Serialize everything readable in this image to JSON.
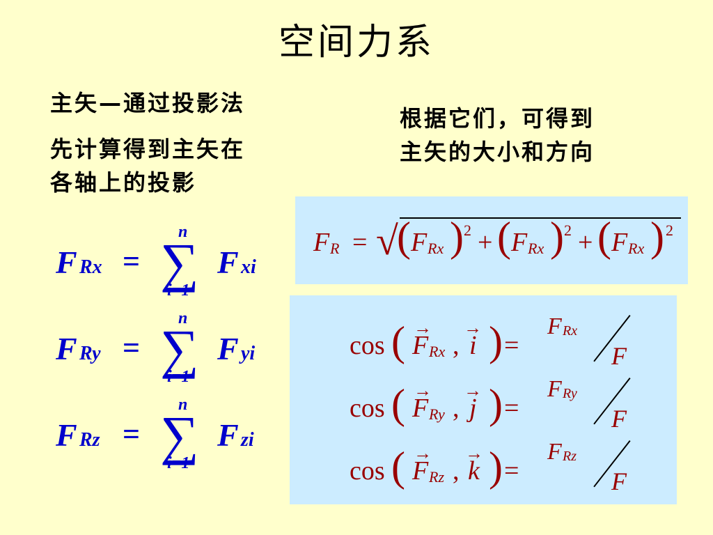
{
  "slide": {
    "title": "空间力系",
    "left_text": {
      "line1": "主矢—通过投影法",
      "line2": "先计算得到主矢在",
      "line3": "各轴上的投影"
    },
    "right_text": {
      "line1": "根据它们，可得到",
      "line2": "主矢的大小和方向"
    }
  },
  "formulas": {
    "projections": [
      {
        "lhs_sub": "Rx",
        "rhs_sub": "xi"
      },
      {
        "lhs_sub": "Ry",
        "rhs_sub": "yi"
      },
      {
        "lhs_sub": "Rz",
        "rhs_sub": "zi"
      }
    ],
    "sum_upper": "n",
    "sum_lower": "i=1",
    "magnitude": {
      "lhs_sub": "R",
      "terms": [
        "Rx",
        "Rx",
        "Rx"
      ],
      "power": "2"
    },
    "directions": [
      {
        "sub": "Rx",
        "unit": "i"
      },
      {
        "sub": "Ry",
        "unit": "j"
      },
      {
        "sub": "Rz",
        "unit": "k"
      }
    ],
    "symbol_F": "F",
    "cos": "cos",
    "equals": "=",
    "plus": "+",
    "comma": ",",
    "sqrt": "√"
  },
  "colors": {
    "background": "#FFFFCC",
    "box": "#CCECFF",
    "blue_formula": "#0000CC",
    "red_formula": "#990000"
  }
}
